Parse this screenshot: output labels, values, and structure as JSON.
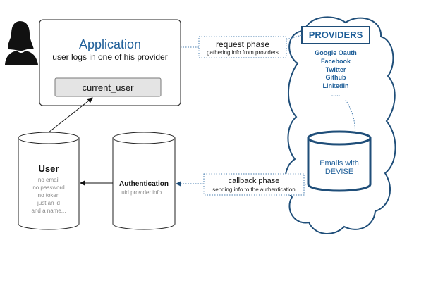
{
  "application": {
    "title": "Application",
    "subtitle": "user logs in one of his provider",
    "current_user_label": "current_user"
  },
  "request_phase": {
    "title": "request phase",
    "subtitle": "gathering info from providers"
  },
  "providers": {
    "title": "PROVIDERS",
    "items": [
      "Google Oauth",
      "Facebook",
      "Twitter",
      "Github",
      "LinkedIn",
      "....."
    ]
  },
  "user_db": {
    "title": "User",
    "lines": [
      "no email",
      "no password",
      "no token",
      "just an id",
      "and a name..."
    ]
  },
  "auth_db": {
    "title": "Authentication",
    "subtitle": "uid provider info..."
  },
  "callback_phase": {
    "title": "callback phase",
    "subtitle": "sending info to the authentication"
  },
  "emails_db": {
    "title": "Emails with DEVISE"
  },
  "colors": {
    "accent_blue": "#1f5f99",
    "dotted_border": "#4a7fb0",
    "cylinder_stroke": "#222222",
    "muted_text": "#888888"
  }
}
